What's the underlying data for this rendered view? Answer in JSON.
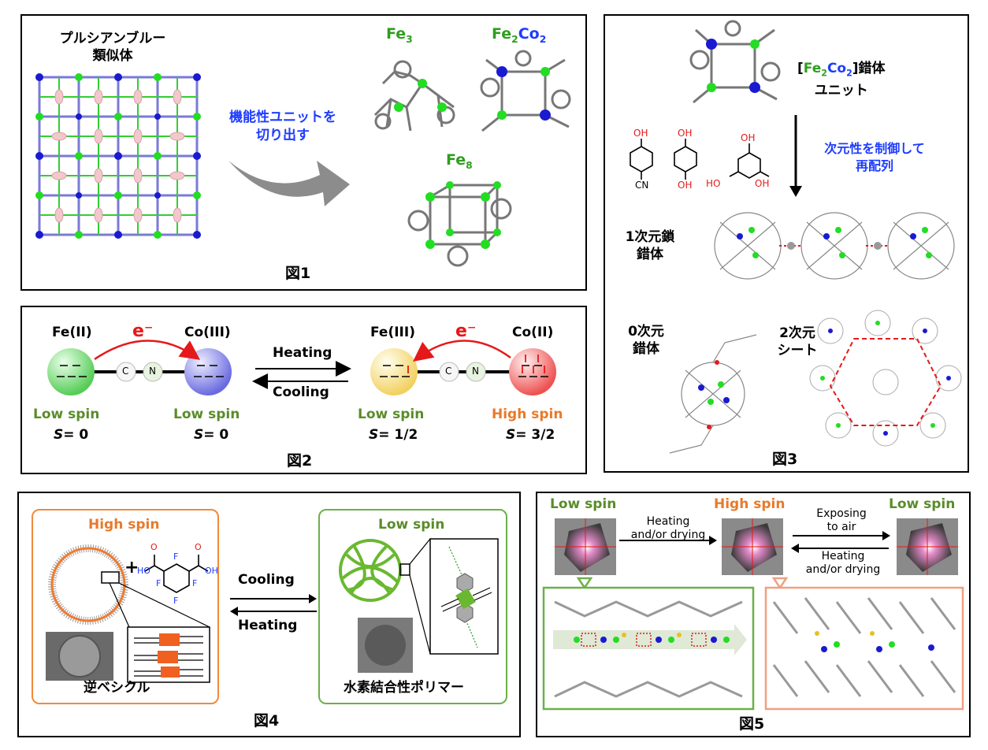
{
  "fig1": {
    "title_line1": "プルシアンブルー",
    "title_line2": "類似体",
    "arrow_text_line1": "機能性ユニットを",
    "arrow_text_line2": "切り出す",
    "fe3": "Fe",
    "fe3_sub": "3",
    "fe2co2_a": "Fe",
    "fe2co2_b": "2",
    "fe2co2_c": "Co",
    "fe2co2_d": "2",
    "fe8": "Fe",
    "fe8_sub": "8",
    "caption": "図1"
  },
  "fig2": {
    "fe2_label": "Fe(II)",
    "co3_label": "Co(III)",
    "fe3_label": "Fe(III)",
    "co2_label": "Co(II)",
    "electron_left": "e⁻",
    "electron_right": "e⁻",
    "atom_c": "C",
    "atom_n": "N",
    "heating": "Heating",
    "cooling": "Cooling",
    "low_spin": "Low spin",
    "high_spin": "High spin",
    "s_sym": "S",
    "s0_val": "= 0",
    "s12_val": "= 1/2",
    "s32_val": "= 3/2",
    "caption": "図2"
  },
  "fig3": {
    "unit_a": "[",
    "unit_fe": "Fe",
    "unit_2a": "2",
    "unit_co": "Co",
    "unit_2b": "2",
    "unit_b": "]錯体",
    "unit_line2": "ユニット",
    "arrow_line1": "次元性を制御して",
    "arrow_line2": "再配列",
    "oh": "OH",
    "cn": "CN",
    "ho": "HO",
    "chain_line1": "1次元鎖",
    "chain_line2": "錯体",
    "zero_line1": "0次元",
    "zero_line2": "錯体",
    "sheet_line1": "2次元",
    "sheet_line2": "シート",
    "caption": "図3"
  },
  "fig4": {
    "high_spin": "High spin",
    "low_spin": "Low spin",
    "plus": "+",
    "cooling": "Cooling",
    "heating": "Heating",
    "vesicle": "逆ベシクル",
    "polymer": "水素結合性ポリマー",
    "f": "F",
    "ho": "HO",
    "oh": "OH",
    "o": "O",
    "caption": "図4"
  },
  "fig5": {
    "low_spin": "Low spin",
    "high_spin": "High spin",
    "heat1_line1": "Heating",
    "heat1_line2": "and/or drying",
    "expose_line1": "Exposing",
    "expose_line2": "to air",
    "heat2_line1": "Heating",
    "heat2_line2": "and/or drying",
    "caption": "図5"
  }
}
